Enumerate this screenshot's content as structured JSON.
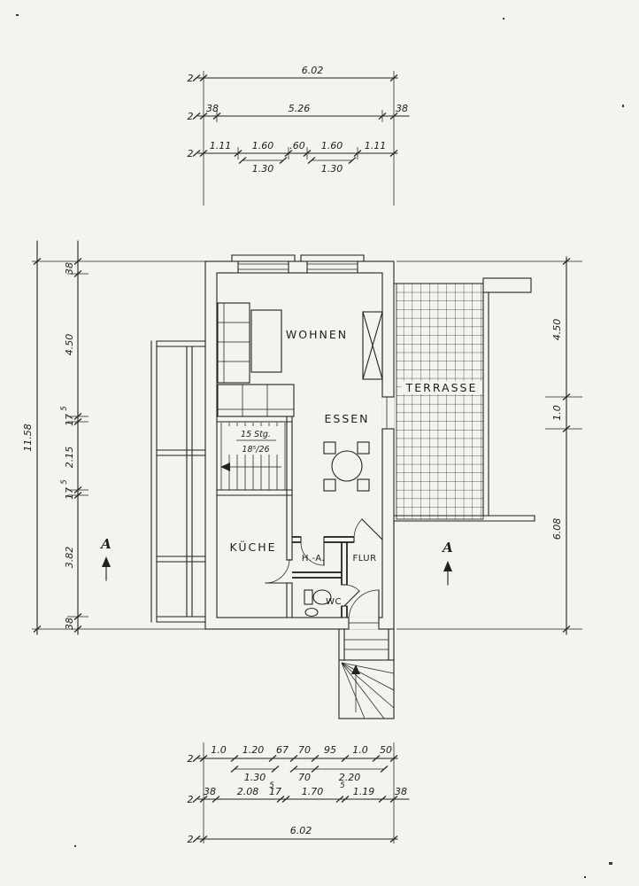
{
  "meta": {
    "paper_color": "#f4f3ef",
    "ink_color": "#222222"
  },
  "rooms": {
    "wohnen": "WOHNEN",
    "essen": "ESSEN",
    "kueche": "KÜCHE",
    "ha": "H.-A.",
    "flur": "FLUR",
    "wc": "WC",
    "terrasse": "TERRASSE"
  },
  "stairs": {
    "count": "15 Stg.",
    "rise": "18⁵/26"
  },
  "section": {
    "label": "A"
  },
  "dims": {
    "edge": "2",
    "top": {
      "total": "6.02",
      "wall": [
        "38",
        "5.26",
        "38"
      ],
      "parts": [
        "1.11",
        "1.60",
        ".60",
        "1.60",
        "1.11"
      ],
      "windows": [
        "1.30",
        "1.30"
      ]
    },
    "left": {
      "total": "11.58",
      "segs": [
        "38",
        "4.50",
        "17",
        "2.15",
        "17",
        "3.82",
        "38"
      ],
      "sup": "5"
    },
    "right": {
      "segs": [
        "4.50",
        "1.0",
        "6.08"
      ]
    },
    "bottom": {
      "parts": [
        "1.0",
        "1.20",
        "67",
        "70",
        "95",
        "1.0",
        "50"
      ],
      "subs": [
        "1.30",
        "70",
        "2.20"
      ],
      "walls": [
        "38",
        "2.08",
        "17",
        "1.70",
        "1.19",
        "38"
      ],
      "sup": "5",
      "total": "6.02"
    }
  }
}
